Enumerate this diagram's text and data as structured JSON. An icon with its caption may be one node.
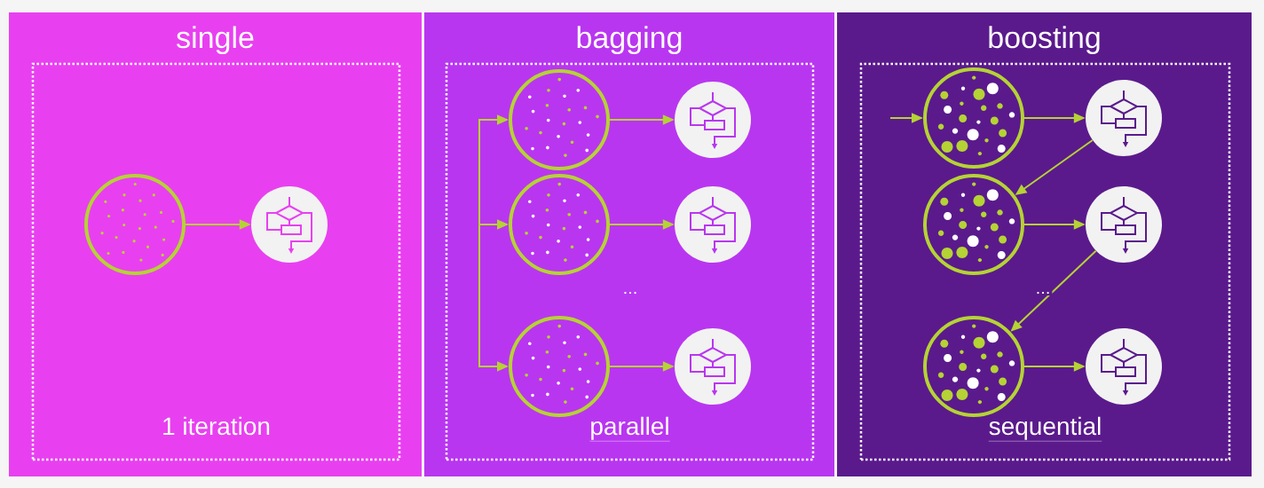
{
  "diagram": {
    "nodes": [
      {
        "text": [
          "single"
        ]
      },
      {
        "text": [
          "1 iteration"
        ],
        "in": 0
      },
      {
        "text": [],
        "shape": "circle",
        "in": 1
      },
      {
        "text": [],
        "shape": "circle",
        "in": 1
      },
      {
        "text": [
          "bagging"
        ]
      },
      {
        "text": [
          "parallel"
        ],
        "in": 4
      },
      {
        "text": [],
        "shape": "circle",
        "in": 5
      },
      {
        "text": [],
        "shape": "circle",
        "in": 5
      },
      {
        "text": [],
        "shape": "circle",
        "in": 5
      },
      {
        "text": [],
        "shape": "circle",
        "in": 5
      },
      {
        "text": [],
        "shape": "circle",
        "in": 5
      },
      {
        "text": [],
        "shape": "circle",
        "in": 5
      },
      {
        "text": [
          "boosting"
        ]
      },
      {
        "text": [
          "sequential"
        ],
        "in": 12
      },
      {
        "text": [],
        "shape": "circle",
        "in": 13
      },
      {
        "text": [],
        "shape": "circle",
        "in": 13
      },
      {
        "text": [],
        "shape": "circle",
        "in": 13
      },
      {
        "text": [],
        "shape": "circle",
        "in": 13
      },
      {
        "text": [],
        "shape": "circle",
        "in": 13
      },
      {
        "text": [],
        "shape": "circle",
        "in": 13
      }
    ],
    "edges": [
      {
        "from": 2,
        "to": 3,
        "arrow": "to"
      },
      {
        "from": null,
        "to": 6,
        "arrow": "to"
      },
      {
        "from": null,
        "to": 8,
        "arrow": "to"
      },
      {
        "from": null,
        "to": 10,
        "arrow": "to"
      },
      {
        "from": 6,
        "to": 7,
        "arrow": "to"
      },
      {
        "from": 8,
        "to": 9,
        "arrow": "to"
      },
      {
        "from": 10,
        "to": 11,
        "arrow": "to"
      },
      {
        "from": null,
        "to": 14,
        "arrow": "to"
      },
      {
        "from": 14,
        "to": 15,
        "arrow": "to"
      },
      {
        "from": 15,
        "to": 16,
        "arrow": "to"
      },
      {
        "from": 16,
        "to": 17,
        "arrow": "to"
      },
      {
        "from": 17,
        "to": 18,
        "arrow": "to",
        "label": "..."
      },
      {
        "from": 18,
        "to": 19,
        "arrow": "to"
      }
    ],
    "labels": [
      "..."
    ]
  }
}
